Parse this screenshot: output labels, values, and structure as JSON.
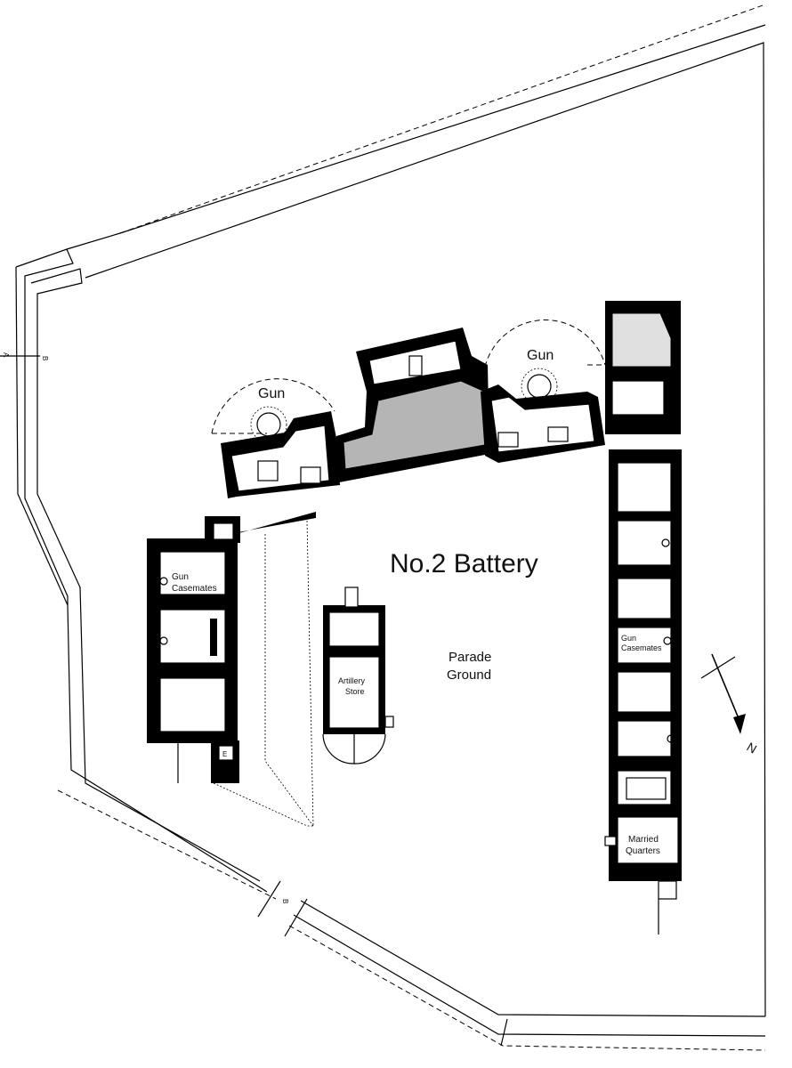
{
  "title": "No.2 Battery",
  "labels": {
    "gun_left": "Gun",
    "gun_right": "Gun",
    "casemates_west": [
      "Gun",
      "Casemates"
    ],
    "casemates_east": [
      "Gun",
      "Casemates"
    ],
    "parade_ground": [
      "Parade",
      "Ground"
    ],
    "artillery_store": [
      "Artillery",
      "Store"
    ],
    "married_quarters": [
      "Married",
      "Quarters"
    ],
    "room_e": "E"
  },
  "north_arrow": {
    "label": "N"
  },
  "section_markers": {
    "a": "A",
    "b_top": "B",
    "b_bottom": "B"
  },
  "colors": {
    "wall": "#000000",
    "shaded_room": "#b5b5b5",
    "light_room": "#e0e0e0"
  }
}
